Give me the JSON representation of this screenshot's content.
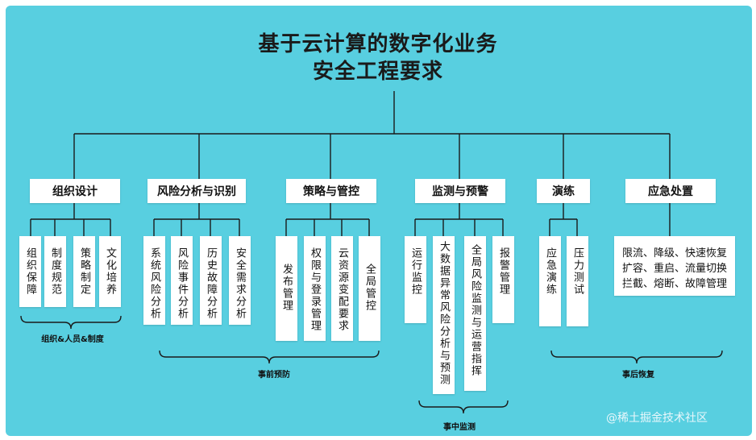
{
  "title": {
    "line1": "基于云计算的数字化业务",
    "line2": "安全工程要求"
  },
  "categories": [
    {
      "label": "组织设计",
      "items": [
        {
          "text": "组织保障"
        },
        {
          "text": "制度规范"
        },
        {
          "text": "策略制定"
        },
        {
          "text": "文化培养"
        }
      ]
    },
    {
      "label": "风险分析与识别",
      "items": [
        {
          "text": "系统风险分析"
        },
        {
          "text": "风险事件分析"
        },
        {
          "text": "历史故障分析"
        },
        {
          "text": "安全需求分析"
        }
      ]
    },
    {
      "label": "策略与管控",
      "items": [
        {
          "text": "发布管理"
        },
        {
          "text": "权限与登录管理"
        },
        {
          "text": "云资源变配要求"
        },
        {
          "text": "全局管控"
        }
      ]
    },
    {
      "label": "监测与预警",
      "items": [
        {
          "text": "运行监控"
        },
        {
          "text": "大数据异常风险分析与预测"
        },
        {
          "text": "全局风险监测与运营指挥"
        },
        {
          "text": "报警管理"
        }
      ]
    },
    {
      "label": "演练",
      "items": [
        {
          "text": "应急演练"
        },
        {
          "text": "压力测试"
        }
      ]
    },
    {
      "label": "应急处置",
      "items": [
        {
          "lines": [
            "限流、降级、快速恢复",
            "扩容、重启、流量切换",
            "拦截、熔断、故障管理"
          ]
        }
      ]
    }
  ],
  "brackets": [
    {
      "label": "组织&人员&制度"
    },
    {
      "label": "事前预防"
    },
    {
      "label": "事中监测"
    },
    {
      "label": "事后恢复"
    }
  ],
  "watermark": "@稀土掘金技术社区",
  "colors": {
    "background": "#58cfe0",
    "box": "#ffffff",
    "line": "#1a1a1a"
  }
}
